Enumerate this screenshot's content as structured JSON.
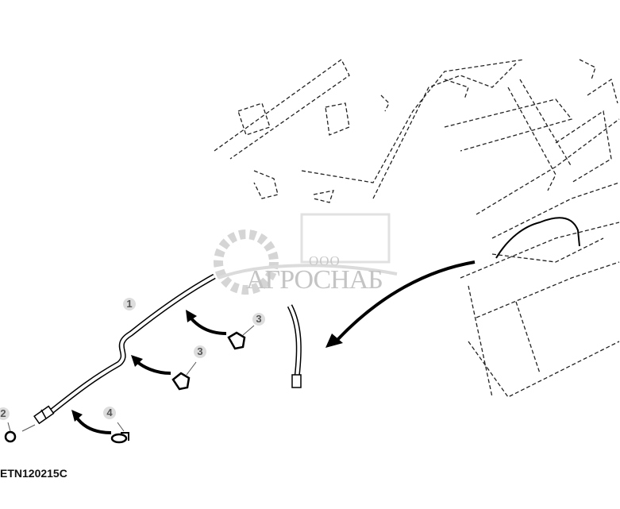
{
  "figure_id": "ETN120215C",
  "callouts": [
    {
      "label": "1",
      "part": "hose"
    },
    {
      "label": "2",
      "part": "cap"
    },
    {
      "label": "3",
      "part": "clamp"
    },
    {
      "label": "3",
      "part": "clamp"
    },
    {
      "label": "4",
      "part": "clip"
    }
  ],
  "watermark": {
    "prefix": "ООО",
    "name": "АГРОСНАБ"
  },
  "colors": {
    "line": "#000000",
    "callout_bg": "#dddddd",
    "watermark": "#c4c4c4"
  }
}
